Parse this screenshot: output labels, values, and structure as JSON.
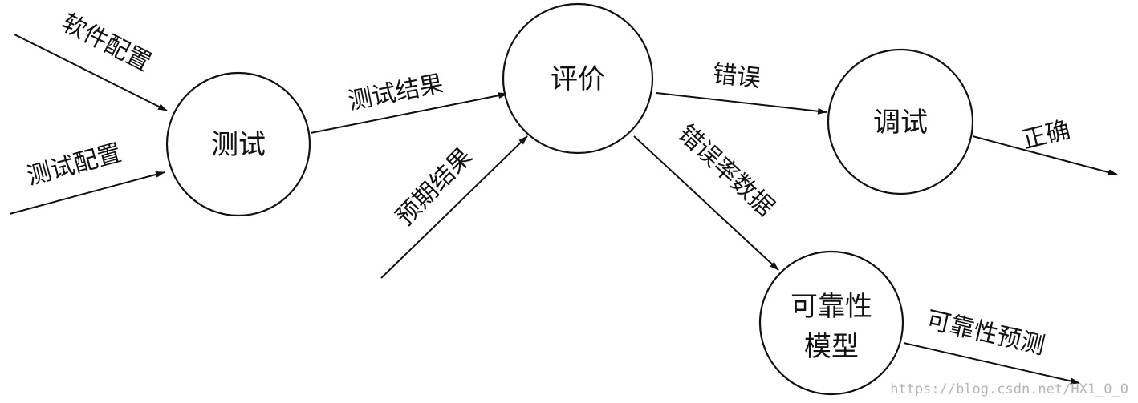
{
  "nodes": {
    "test": {
      "label": "测试"
    },
    "evaluate": {
      "label": "评价"
    },
    "debug": {
      "label": "调试"
    },
    "reliability_model": {
      "line1": "可靠性",
      "line2": "模型"
    }
  },
  "edges": {
    "software_config": "软件配置",
    "test_config": "测试配置",
    "test_result": "测试结果",
    "expected_result": "预期结果",
    "error": "错误",
    "correct": "正确",
    "error_rate_data": "错误率数据",
    "reliability_prediction": "可靠性预测"
  },
  "watermark": "https://blog.csdn.net/HX1_0_0",
  "colors": {
    "stroke": "#111111",
    "background": "#ffffff",
    "watermark": "#b5b5b5"
  }
}
